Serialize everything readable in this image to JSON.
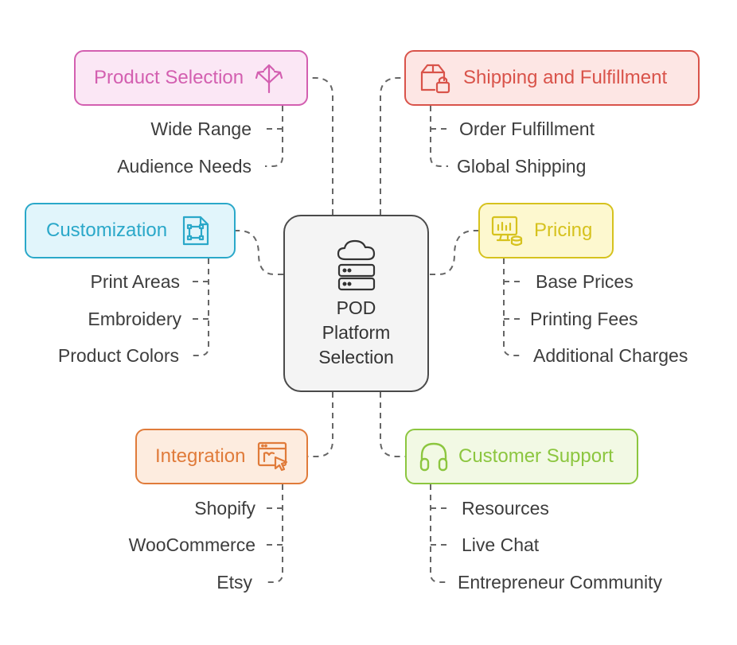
{
  "center": {
    "lines": [
      "POD",
      "Platform",
      "Selection"
    ],
    "icon": "cloud-server-icon"
  },
  "branches": {
    "product_selection": {
      "label": "Product Selection",
      "icon": "split-arrows-icon",
      "color": "#d35fb0",
      "fill": "#fbe7f5",
      "items": [
        "Wide Range",
        "Audience Needs"
      ]
    },
    "customization": {
      "label": "Customization",
      "icon": "design-frame-icon",
      "color": "#2aa8c9",
      "fill": "#e1f5fb",
      "items": [
        "Print Areas",
        "Embroidery",
        "Product Colors"
      ]
    },
    "integration": {
      "label": "Integration",
      "icon": "browser-click-icon",
      "color": "#e07b3a",
      "fill": "#fdecdf",
      "items": [
        "Shopify",
        "WooCommerce",
        "Etsy"
      ]
    },
    "shipping": {
      "label": "Shipping and Fulfillment",
      "icon": "package-lock-icon",
      "color": "#d9534a",
      "fill": "#fde6e4",
      "items": [
        "Order Fulfillment",
        "Global Shipping"
      ]
    },
    "pricing": {
      "label": "Pricing",
      "icon": "monitor-coins-icon",
      "color": "#d6c21e",
      "fill": "#fdf8cf",
      "items": [
        "Base Prices",
        "Printing Fees",
        "Additional Charges"
      ]
    },
    "support": {
      "label": "Customer Support",
      "icon": "headset-icon",
      "color": "#8cc63f",
      "fill": "#f2f9e4",
      "items": [
        "Resources",
        "Live Chat",
        "Entrepreneur Community"
      ]
    }
  }
}
